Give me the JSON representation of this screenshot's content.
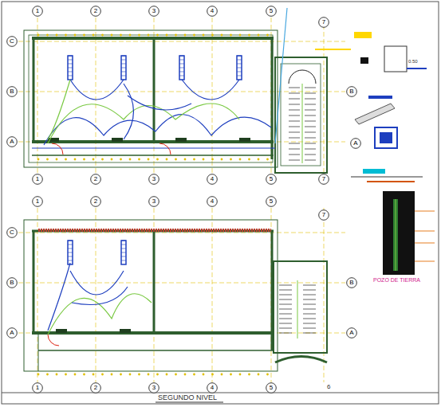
{
  "diagram": {
    "title": "SEGUNDO NIVEL",
    "nodes": [
      {
        "text": [
          "1"
        ]
      },
      {
        "text": [
          "2"
        ]
      },
      {
        "text": [
          "3"
        ]
      },
      {
        "text": [
          "4"
        ]
      },
      {
        "text": [
          "5"
        ]
      },
      {
        "text": [
          "7"
        ]
      },
      {
        "text": [
          "C"
        ]
      },
      {
        "text": [
          "B"
        ]
      },
      {
        "text": [
          "B"
        ]
      },
      {
        "text": [
          "A"
        ]
      },
      {
        "text": [
          "A"
        ]
      },
      {
        "text": [
          "1"
        ]
      },
      {
        "text": [
          "2"
        ]
      },
      {
        "text": [
          "3"
        ]
      },
      {
        "text": [
          "4"
        ]
      },
      {
        "text": [
          "5"
        ]
      },
      {
        "text": [
          "7"
        ]
      },
      {
        "text": [
          "1"
        ]
      },
      {
        "text": [
          "2"
        ]
      },
      {
        "text": [
          "3"
        ]
      },
      {
        "text": [
          "4"
        ]
      },
      {
        "text": [
          "5"
        ]
      },
      {
        "text": [
          "7"
        ]
      },
      {
        "text": [
          "C"
        ]
      },
      {
        "text": [
          "B"
        ]
      },
      {
        "text": [
          "B"
        ]
      },
      {
        "text": [
          "A"
        ]
      },
      {
        "text": [
          "A"
        ]
      },
      {
        "text": [
          "1"
        ]
      },
      {
        "text": [
          "2"
        ]
      },
      {
        "text": [
          "3"
        ]
      },
      {
        "text": [
          "4"
        ]
      },
      {
        "text": [
          "5"
        ]
      }
    ],
    "labels": [
      "0.50",
      "POZO DE TIERRA",
      "6"
    ]
  }
}
